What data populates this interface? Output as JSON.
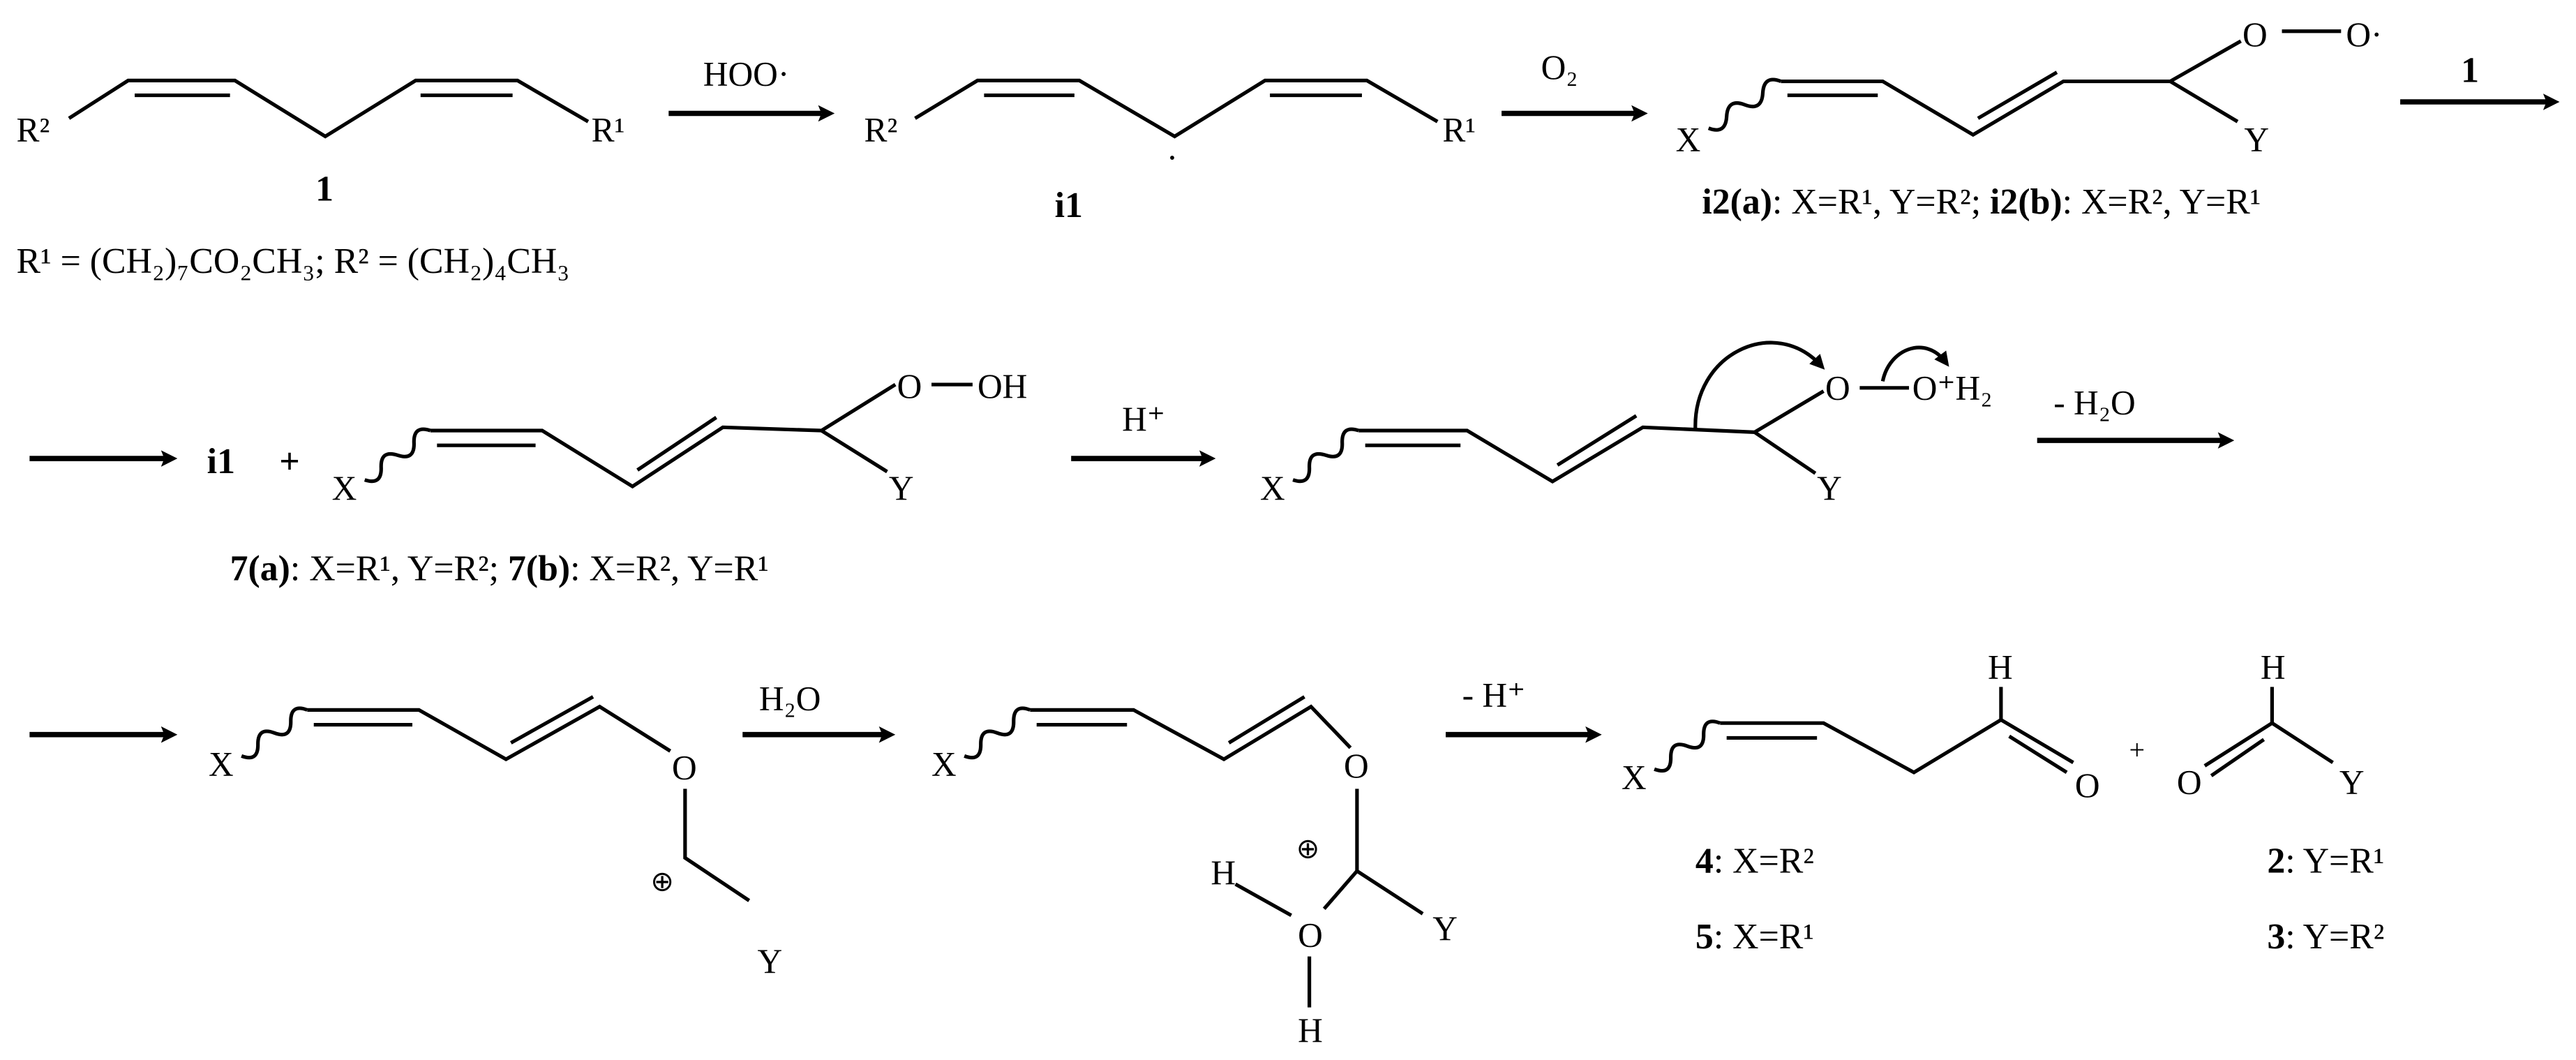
{
  "atoms": {
    "X": "X",
    "Y": "Y",
    "O": "O",
    "H": "H",
    "R1": "R¹",
    "R2": "R²",
    "plus": "+",
    "oplus": "⊕",
    "radical_dot": "·"
  },
  "row1": {
    "compound_1": "1",
    "definition": "R¹ = (CH₂)₇CO₂CH₃; R² = (CH₂)₄CH₃",
    "reagent_1": "HOO·",
    "intermediate_i1": "i1",
    "reagent_2": "O₂",
    "peroxyl_O_radical": "O·",
    "i2_label": {
      "a": "i2(a)",
      "a_def": ": X=R¹, Y=R²; ",
      "b": "i2(b)",
      "b_def": ": X=R², Y=R¹"
    },
    "reagent_3": "1"
  },
  "row2": {
    "i1": "i1",
    "hydroperoxide_OH": "OH",
    "label_7": {
      "a": "7(a)",
      "a_def": ": X=R¹, Y=R²; ",
      "b": "7(b)",
      "b_def": ": X=R², Y=R¹"
    },
    "reagent_acid": "H⁺",
    "protonated_group": "O⁺H₂",
    "reagent_dehydration": "- H₂O"
  },
  "row3": {
    "reagent_water": "H₂O",
    "reagent_deprotonation": "- H⁺",
    "products": [
      {
        "num": "4",
        "def": ": X=R²"
      },
      {
        "num": "5",
        "def": ": X=R¹"
      },
      {
        "num": "2",
        "def": ": Y=R¹"
      },
      {
        "num": "3",
        "def": ": Y=R²"
      }
    ]
  },
  "colors": {
    "ink": "#000000",
    "background": "#ffffff"
  }
}
